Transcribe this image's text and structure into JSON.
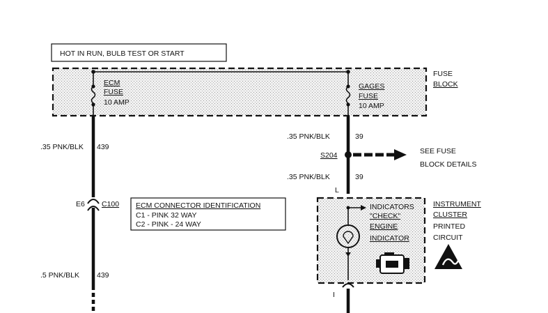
{
  "power_label": "HOT IN RUN, BULB TEST OR START",
  "fuse_block": {
    "label_line1": "FUSE",
    "label_line2": "BLOCK",
    "ecm_fuse": {
      "line1": "ECM",
      "line2": "FUSE",
      "line3": "10 AMP"
    },
    "gages_fuse": {
      "line1": "GAGES",
      "line2": "FUSE",
      "line3": "10 AMP"
    }
  },
  "left_circuit": {
    "upper_wire_color": ".35 PNK/BLK",
    "upper_wire_circuit": "439",
    "terminal": "E6",
    "connector": "C100",
    "lower_wire_color": ".5 PNK/BLK",
    "lower_wire_circuit": "439"
  },
  "connector_id_box": {
    "title": "ECM CONNECTOR IDENTIFICATION",
    "line1": "C1 - PINK  32 WAY",
    "line2": "C2 - PINK - 24 WAY"
  },
  "right_circuit": {
    "upper_wire_color": ".35 PNK/BLK",
    "upper_wire_circuit": "39",
    "splice": "S204",
    "see_line1": "SEE FUSE",
    "see_line2": "BLOCK DETAILS",
    "lower_wire_color": ".35 PNK/BLK",
    "lower_wire_circuit": "39",
    "terminal_top": "L",
    "terminal_bottom": "I"
  },
  "instrument_cluster": {
    "label_line1": "INSTRUMENT",
    "label_line2": "CLUSTER",
    "label_line3": "PRINTED",
    "label_line4": "CIRCUIT",
    "indicators_line1": "INDICATORS",
    "indicators_line2": "\"CHECK\"",
    "indicators_line3": "ENGINE",
    "indicators_line4": "INDICATOR"
  }
}
